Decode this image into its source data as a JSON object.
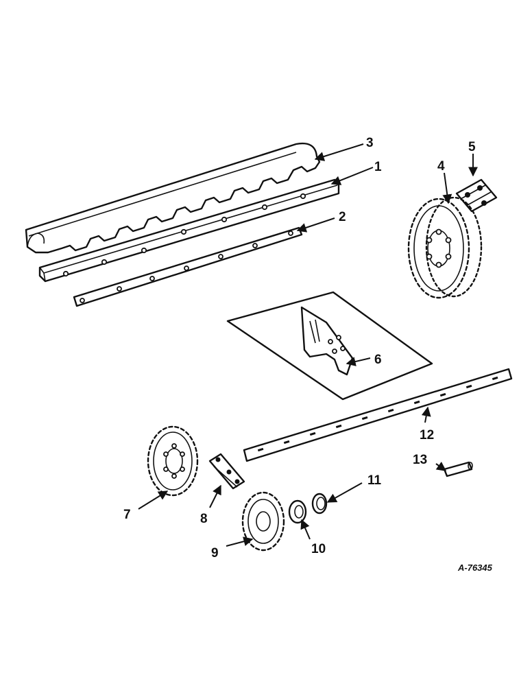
{
  "figure_id": "A-76345",
  "callouts": [
    {
      "id": "1",
      "text": "1"
    },
    {
      "id": "2",
      "text": "2"
    },
    {
      "id": "3",
      "text": "3"
    },
    {
      "id": "4",
      "text": "4"
    },
    {
      "id": "5",
      "text": "5"
    },
    {
      "id": "6",
      "text": "6"
    },
    {
      "id": "7",
      "text": "7"
    },
    {
      "id": "8",
      "text": "8"
    },
    {
      "id": "9",
      "text": "9"
    },
    {
      "id": "10",
      "text": "10"
    },
    {
      "id": "11",
      "text": "11"
    },
    {
      "id": "12",
      "text": "12"
    },
    {
      "id": "13",
      "text": "13"
    }
  ],
  "colors": {
    "ink": "#111111",
    "paper": "#ffffff"
  }
}
